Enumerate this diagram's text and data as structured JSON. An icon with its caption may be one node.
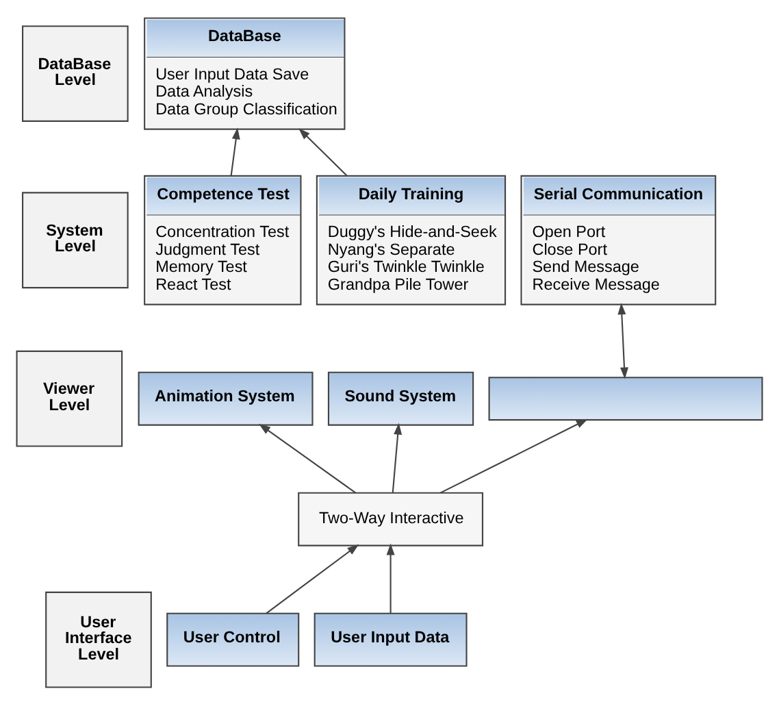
{
  "diagram": {
    "nodes": [
      {
        "text": [
          "DataBase Level"
        ]
      },
      {
        "text": [
          "DataBase",
          "User Input Data Save",
          "Data Analysis",
          "Data Group Classification"
        ]
      },
      {
        "text": [
          "System Level"
        ]
      },
      {
        "text": [
          "Competence Test",
          "Concentration Test",
          "Judgment Test",
          "Memory Test",
          "React Test"
        ]
      },
      {
        "text": [
          "Daily Training",
          "Duggy's Hide-and-Seek",
          "Nyang's Separate",
          "Guri's Twinkle Twinkle",
          "Grandpa Pile Tower"
        ]
      },
      {
        "text": [
          "Serial Communication",
          "Open Port",
          "Close Port",
          "Send Message",
          "Receive Message"
        ]
      },
      {
        "text": [
          "Viewer Level"
        ]
      },
      {
        "text": [
          "Animation System"
        ]
      },
      {
        "text": [
          "Sound System"
        ]
      },
      {
        "text": [],
        "shape": "box"
      },
      {
        "text": [
          "User Interface Level"
        ]
      },
      {
        "text": [
          "Two-Way Interactive"
        ]
      },
      {
        "text": [
          "User Control"
        ]
      },
      {
        "text": [
          "User Input Data"
        ]
      }
    ],
    "edges": [
      {
        "from": 3,
        "to": 1,
        "arrow": "to"
      },
      {
        "from": 4,
        "to": 1,
        "arrow": "to"
      },
      {
        "from": 9,
        "to": 5,
        "arrow": "both"
      },
      {
        "from": 11,
        "to": 7,
        "arrow": "to"
      },
      {
        "from": 11,
        "to": 8,
        "arrow": "to"
      },
      {
        "from": 11,
        "to": 9,
        "arrow": "to"
      },
      {
        "from": 12,
        "to": 11,
        "arrow": "to"
      },
      {
        "from": 13,
        "to": 11,
        "arrow": "to"
      }
    ]
  }
}
